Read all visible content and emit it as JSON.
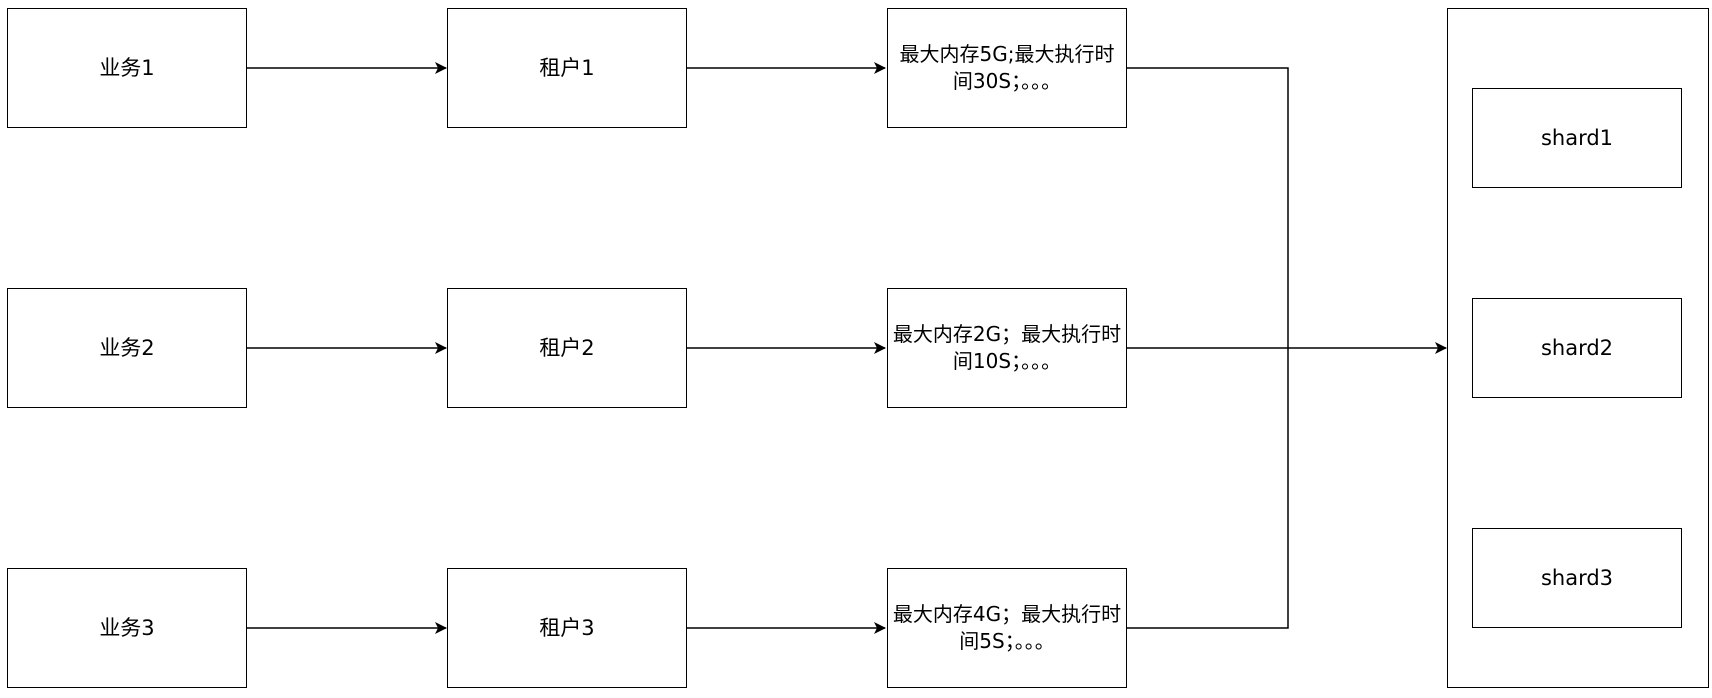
{
  "businesses": [
    "业务1",
    "业务2",
    "业务3"
  ],
  "tenants": [
    "租户1",
    "租户2",
    "租户3"
  ],
  "limits": [
    "最大内存5G;最大执行时间30S；。。。",
    "最大内存2G；最大执行时间10S；。。。",
    "最大内存4G；最大执行时间5S；。。。"
  ],
  "shards": [
    "shard1",
    "shard2",
    "shard3"
  ]
}
